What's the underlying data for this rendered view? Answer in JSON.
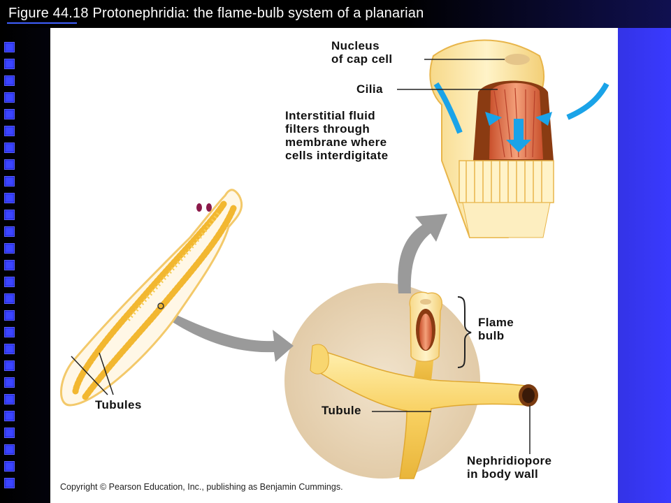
{
  "slide": {
    "title": "Figure 44.18  Protonephridia: the flame-bulb system of a planarian",
    "copyright": "Copyright © Pearson Education, Inc., publishing as Benjamin Cummings."
  },
  "labels": {
    "nucleus": "Nucleus\nof cap cell",
    "cilia": "Cilia",
    "interstitial": "Interstitial fluid\nfilters through\nmembrane where\ncells interdigitate",
    "flame_bulb": "Flame\nbulb",
    "tubule": "Tubule",
    "tubules": "Tubules",
    "nephridiopore": "Nephridiopore\nin body wall"
  },
  "colors": {
    "accent_blue": "#3b45ff",
    "tubule_yellow": "#f5c33a",
    "arrow_blue": "#1aa3e8",
    "circle_bg": "#ead8bd"
  }
}
